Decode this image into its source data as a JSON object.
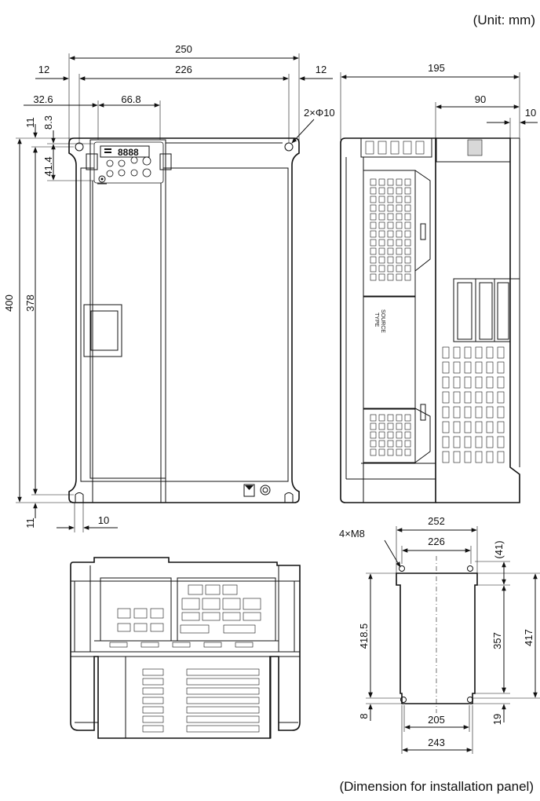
{
  "header": {
    "unit_note": "(Unit: mm)"
  },
  "footer": {
    "caption": "(Dimension for installation panel)"
  },
  "front_view": {
    "dims": {
      "overall_width": "250",
      "mount_pitch": "226",
      "margin_left": "12",
      "margin_right": "12",
      "panel_offset": "32.6",
      "panel_width": "66.8",
      "hole_spec": "2×Φ10",
      "top_hole": "11",
      "panel_top": "8.3",
      "panel_height": "41.4",
      "overall_height": "400",
      "hole_pitch_v": "378",
      "bottom_hole": "11",
      "bottom_slot": "10"
    },
    "panel_display": "8888"
  },
  "side_view": {
    "dims": {
      "depth": "195",
      "rear_depth": "90",
      "flange": "10"
    }
  },
  "panel_cutout": {
    "dims": {
      "screw_spec": "4×M8",
      "outer_width": "252",
      "hole_pitch_top": "226",
      "top_offset": "(41)",
      "height_left": "418.5",
      "inner_height": "357",
      "height_right": "417",
      "bottom_left": "8",
      "hole_pitch_bottom": "205",
      "bottom_right": "19",
      "bottom_width": "243"
    }
  }
}
